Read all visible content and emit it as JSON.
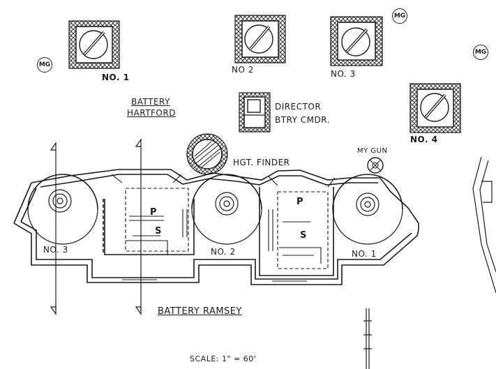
{
  "title": {
    "hartford_line1": "BATTERY",
    "hartford_line2": "HARTFORD",
    "ramsey": "BATTERY RAMSEY",
    "scale": "SCALE: 1\" = 60'"
  },
  "hartford_guns": [
    "NO. 1",
    "NO 2",
    "NO. 3",
    "NO. 4"
  ],
  "ramsey_guns": [
    "NO. 3",
    "NO. 2",
    "NO. 1"
  ],
  "mg_marker": "MG",
  "director": {
    "line1": "DIRECTOR",
    "line2": "BTRY CMDR."
  },
  "hgt_finder": "HGT. FINDER",
  "my_gun": "MY GUN",
  "room_p": "P",
  "room_s": "S"
}
